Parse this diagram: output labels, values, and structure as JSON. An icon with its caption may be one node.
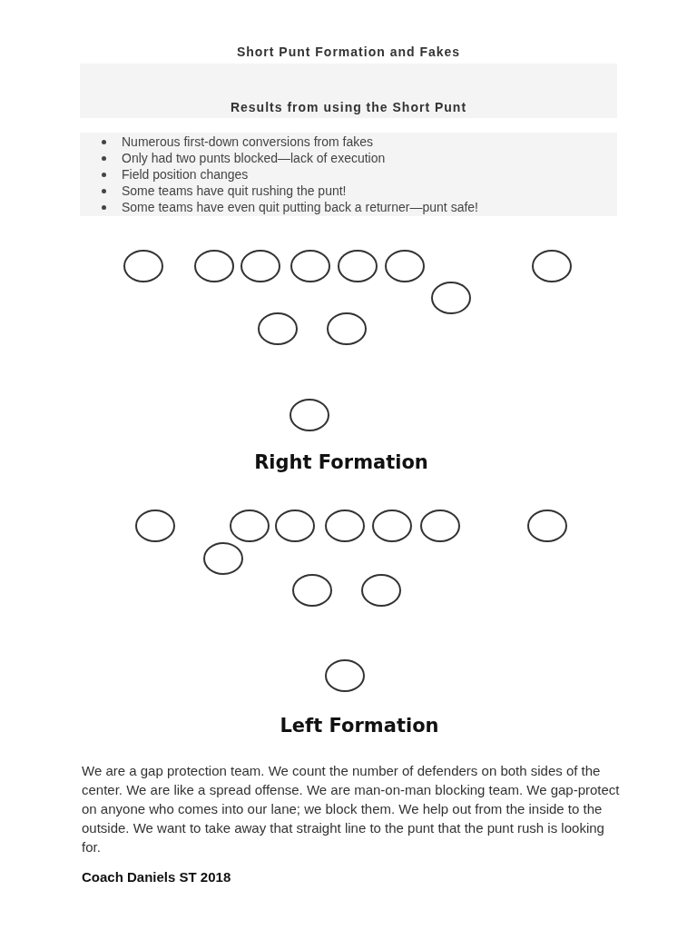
{
  "diagram": {
    "title": "Short Punt Formation and Fakes",
    "labels": [
      "Results from using the Short Punt",
      "Numerous first-down conversions from fakes",
      "Only had two punts blocked—lack of execution",
      "Field position changes",
      "Some teams have quit rushing the punt!",
      "Some teams have even quit putting back a returner—punt safe!",
      "Right Formation",
      "Left Formation",
      "We are a gap protection team. We count the number of defenders on both sides of the center. We are like a spread offense. We are man-on-man blocking team. We gap-protect on anyone who comes into our lane; we block them. We help out from the inside to the outside. We want to take away that straight line to the punt that the punt rush is looking for.",
      "Coach Daniels ST 2018"
    ]
  }
}
